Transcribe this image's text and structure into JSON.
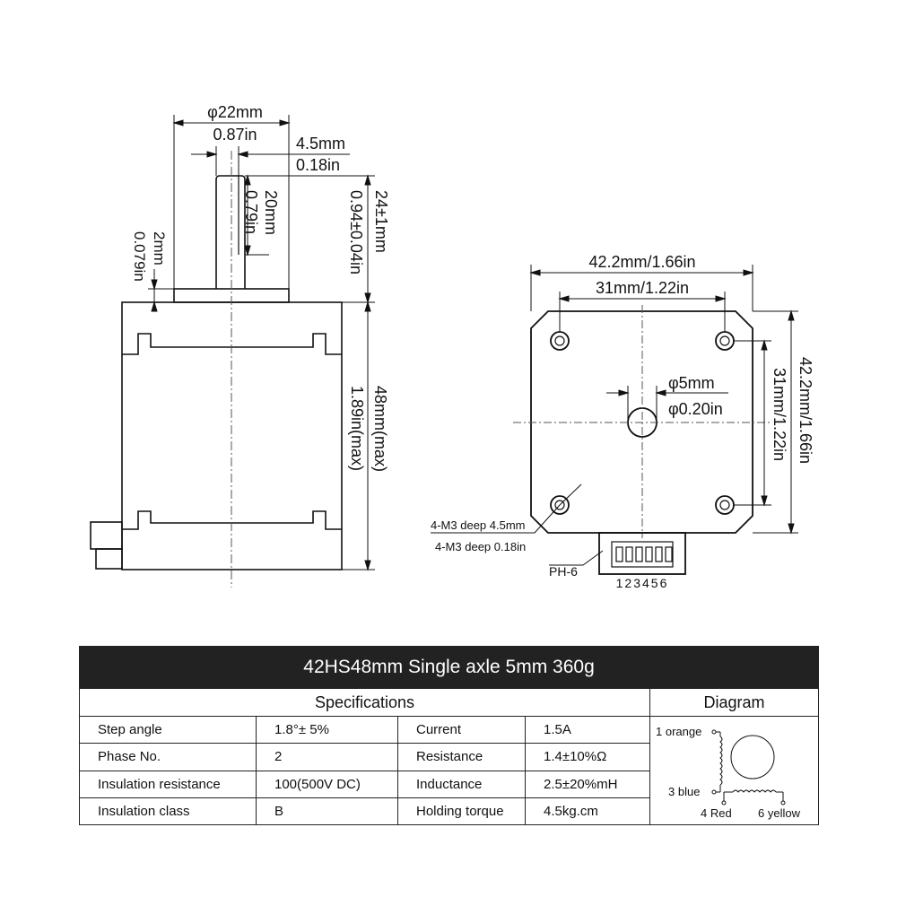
{
  "side_view": {
    "shaft_outer_diameter_mm": "φ22mm",
    "shaft_outer_diameter_in": "0.87in",
    "shaft_flat_mm": "4.5mm",
    "shaft_flat_in": "0.18in",
    "shaft_length_mm": "24±1mm",
    "shaft_length_in": "0.94±0.04in",
    "flat_length_mm": "20mm",
    "flat_length_in": "0.79in",
    "boss_height_mm": "2mm",
    "boss_height_in": "0.079in",
    "body_length_mm": "48mm(max)",
    "body_length_in": "1.89in(max)"
  },
  "front_view": {
    "width": "42.2mm/1.66in",
    "hole_spacing_h": "31mm/1.22in",
    "height": "42.2mm/1.66in",
    "hole_spacing_v": "31mm/1.22in",
    "shaft_diameter_mm": "φ5mm",
    "shaft_diameter_in": "φ0.20in",
    "thread_mm": "4-M3 deep 4.5mm",
    "thread_in": "4-M3 deep 0.18in",
    "connector": "PH-6",
    "pins": "123456"
  },
  "table": {
    "title": "42HS48mm Single axle  5mm  360g",
    "specs_header": "Specifications",
    "diagram_header": "Diagram",
    "rows": [
      {
        "label1": "Step angle",
        "value1": "1.8°± 5%",
        "label2": "Current",
        "value2": "1.5A"
      },
      {
        "label1": "Phase No.",
        "value1": "2",
        "label2": "Resistance",
        "value2": "1.4±10%Ω"
      },
      {
        "label1": "Insulation resistance",
        "value1": "100(500V  DC)",
        "label2": "Inductance",
        "value2": "2.5±20%mH"
      },
      {
        "label1": "Insulation class",
        "value1": "B",
        "label2": "Holding torque",
        "value2": "4.5kg.cm"
      }
    ]
  },
  "wiring": {
    "wire1": "1 orange",
    "wire3": "3 blue",
    "wire4": "4 Red",
    "wire6": "6 yellow"
  }
}
